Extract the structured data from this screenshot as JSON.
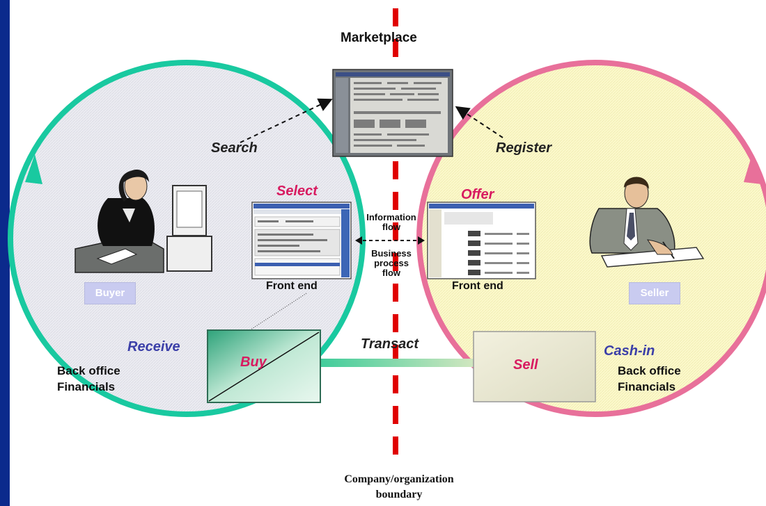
{
  "title": "Marketplace",
  "boundary_label": [
    "Company/organization",
    "boundary"
  ],
  "buyer": {
    "tag": "Buyer",
    "actions": {
      "search": "Search",
      "select": "Select",
      "receive": "Receive"
    },
    "front_end": "Front end",
    "back_office": [
      "Back office",
      "Financials"
    ],
    "box": "Buy"
  },
  "seller": {
    "tag": "Seller",
    "actions": {
      "register": "Register",
      "offer": "Offer",
      "cash_in": "Cash-in"
    },
    "front_end": "Front end",
    "back_office": [
      "Back office",
      "Financials"
    ],
    "box": "Sell"
  },
  "center": {
    "info_flow": [
      "Information",
      "flow"
    ],
    "business_flow": [
      "Business",
      "process",
      "flow"
    ],
    "transact": "Transact"
  },
  "colors": {
    "background_frame": "#0b2a8c",
    "buyer_circle": "#19c9a0",
    "seller_circle": "#e8709a",
    "seller_fill": "#fbf8c6",
    "buyer_fill": "#e6e7ef",
    "boundary_line": "#e00000",
    "action_pink": "#d81b60",
    "action_blue": "#3b3fa8"
  }
}
